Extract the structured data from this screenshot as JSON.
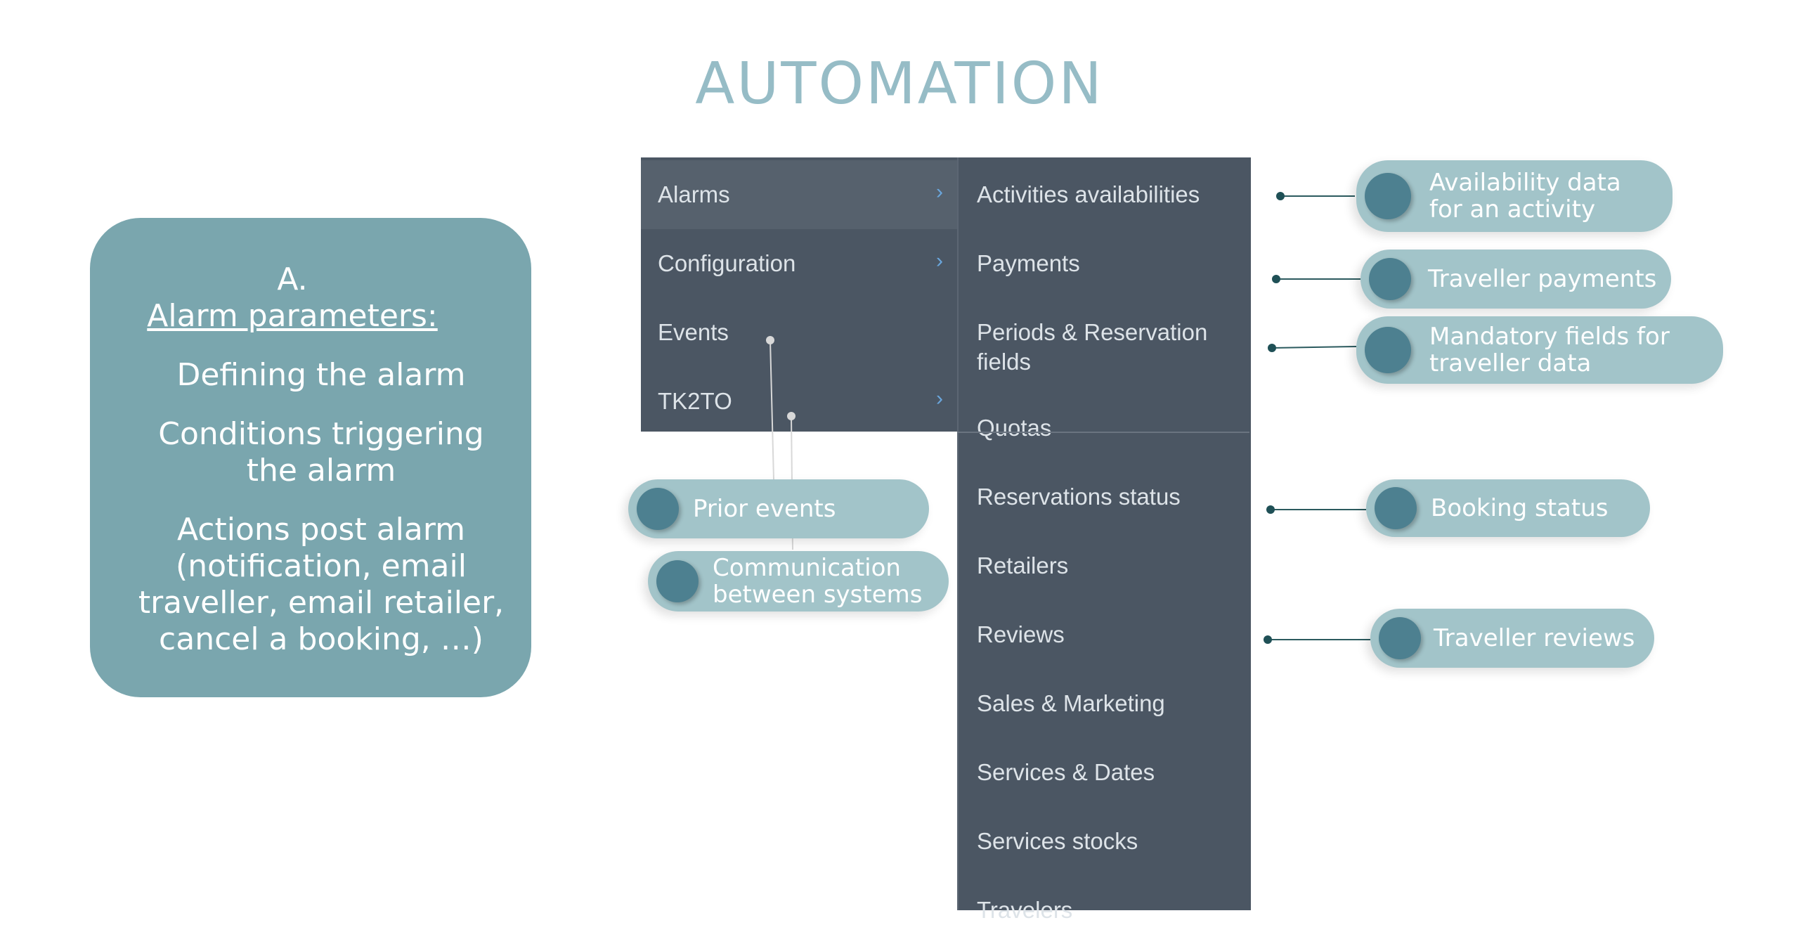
{
  "title": "AUTOMATION",
  "params_card": {
    "label": "A.",
    "heading": "Alarm parameters:",
    "items": [
      "Defining the alarm",
      "Conditions triggering the alarm",
      "Actions post alarm (notification, email traveller, email retailer, cancel a booking, …)"
    ]
  },
  "menu": {
    "items": [
      {
        "label": "Alarms",
        "has_submenu": true,
        "active": true
      },
      {
        "label": "Configuration",
        "has_submenu": true,
        "active": false
      },
      {
        "label": "Events",
        "has_submenu": false,
        "active": false
      },
      {
        "label": "TK2TO",
        "has_submenu": true,
        "active": false
      }
    ],
    "chevron": "›"
  },
  "submenu": {
    "items": [
      [
        "Activities availabilities"
      ],
      [
        "Payments"
      ],
      [
        "Periods & Reservation",
        "fields"
      ],
      [
        "Quotas"
      ],
      [
        "Reservations status"
      ],
      [
        "Retailers"
      ],
      [
        "Reviews"
      ],
      [
        "Sales & Marketing"
      ],
      [
        "Services & Dates"
      ],
      [
        "Services stocks"
      ],
      [
        "Travelers"
      ]
    ]
  },
  "callouts": [
    {
      "lines": [
        "Availability data",
        "for an activity"
      ]
    },
    {
      "lines": [
        "Traveller payments"
      ]
    },
    {
      "lines": [
        "Mandatory fields for",
        "traveller data"
      ]
    },
    {
      "lines": [
        "Booking status"
      ]
    },
    {
      "lines": [
        "Traveller reviews"
      ]
    },
    {
      "lines": [
        "Prior events"
      ]
    },
    {
      "lines": [
        "Communication",
        "between systems"
      ]
    }
  ],
  "colors": {
    "title": "#96bcc6",
    "card": "#7aa6ae",
    "menu_bg": "#4b5663",
    "pill": "#a2c4c9",
    "pill_dot": "#4d8090",
    "connector": "#2b5a5e"
  }
}
